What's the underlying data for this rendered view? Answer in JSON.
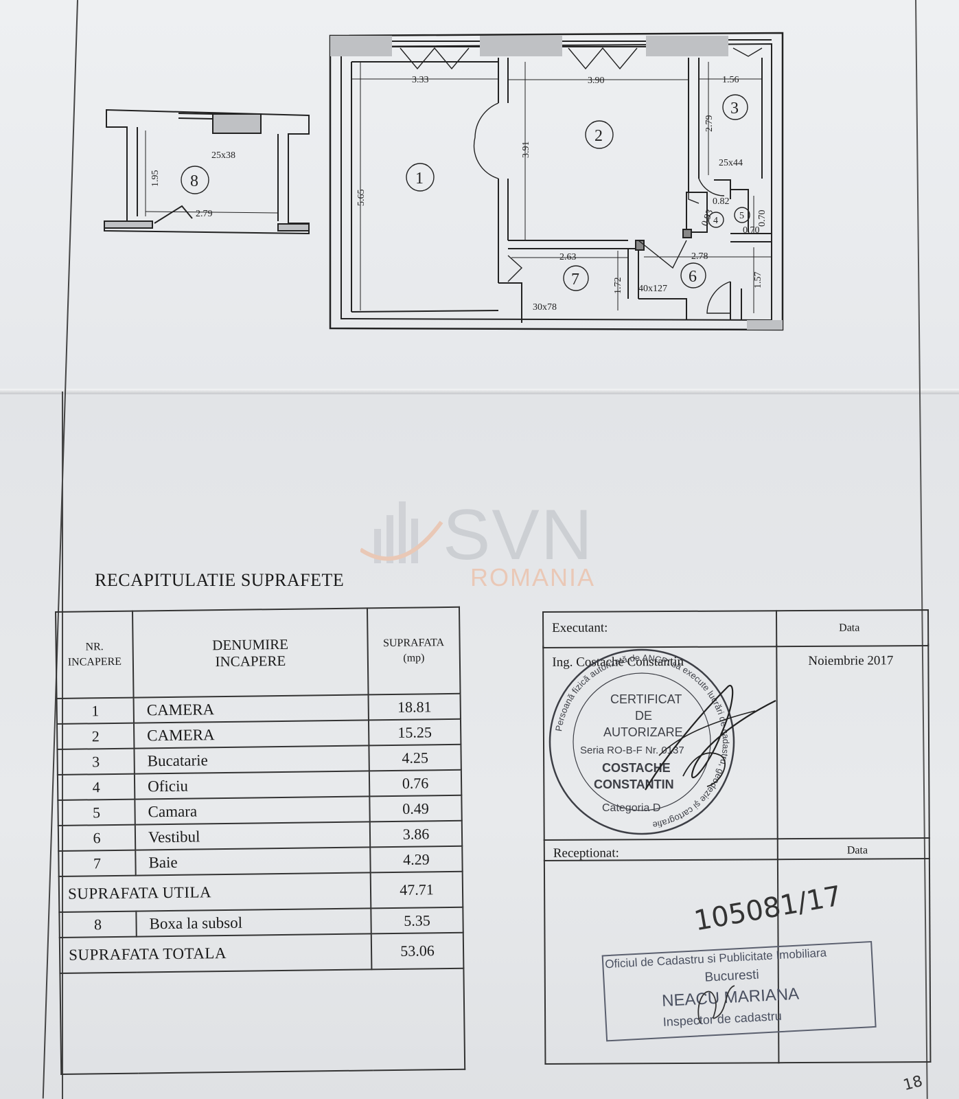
{
  "plan": {
    "rooms": [
      {
        "num": "1"
      },
      {
        "num": "2"
      },
      {
        "num": "3"
      },
      {
        "num": "4"
      },
      {
        "num": "5"
      },
      {
        "num": "6"
      },
      {
        "num": "7"
      },
      {
        "num": "8"
      }
    ],
    "dims": {
      "r1_width": "3.33",
      "r2_width": "3.90",
      "r3_width": "1.56",
      "r1_height": "5.65",
      "r2_height": "3.91",
      "r3_height": "2.79",
      "kitchen_opening": "25x44",
      "r4_a": "0.82",
      "r4_b": "0.93",
      "r5_a": "0.70",
      "r5_b": "0.70",
      "r7_width": "2.63",
      "r6_width": "2.78",
      "r7_height": "1.72",
      "r6_height": "1.57",
      "r6_opening": "40x127",
      "r7_opening": "30x78",
      "r8_height": "1.95",
      "r8_width": "2.79",
      "r8_opening": "25x38"
    }
  },
  "watermark": {
    "brand": "SVN",
    "country": "ROMANIA"
  },
  "recap": {
    "title": "RECAPITULATIE SUPRAFETE",
    "headers": {
      "nr": [
        "NR.",
        "INCAPERE"
      ],
      "den": [
        "DENUMIRE",
        "INCAPERE"
      ],
      "sup": [
        "SUPRAFATA",
        "(mp)"
      ]
    },
    "rows": [
      {
        "nr": "1",
        "name": "CAMERA",
        "area": "18.81"
      },
      {
        "nr": "2",
        "name": "CAMERA",
        "area": "15.25"
      },
      {
        "nr": "3",
        "name": "Bucatarie",
        "area": "4.25"
      },
      {
        "nr": "4",
        "name": "Oficiu",
        "area": "0.76"
      },
      {
        "nr": "5",
        "name": "Camara",
        "area": "0.49"
      },
      {
        "nr": "6",
        "name": "Vestibul",
        "area": "3.86"
      },
      {
        "nr": "7",
        "name": "Baie",
        "area": "4.29"
      }
    ],
    "util_label": "SUPRAFATA UTILA",
    "util_value": "47.71",
    "extra": {
      "nr": "8",
      "name": "Boxa la subsol",
      "area": "5.35"
    },
    "total_label": "SUPRAFATA TOTALA",
    "total_value": "53.06"
  },
  "executant": {
    "label": "Executant:",
    "date_label": "Data",
    "name": "Ing. Costache Constantin",
    "date": "Noiembrie 2017",
    "received_label": "Receptionat:",
    "received_date_label": "Data"
  },
  "stamp": {
    "ring": "Persoană fizică autorizată de ANCPI să execute lucrări de cadastru, geodezie şi cartografie",
    "l1": "CERTIFICAT",
    "l2": "DE",
    "l3": "AUTORIZARE",
    "l4": "Seria RO-B-F Nr. 0137",
    "l5": "COSTACHE",
    "l6": "CONSTANTIN",
    "l7": "Categoria D"
  },
  "cadastre": {
    "number": "105081/17",
    "l1": "Oficiul de Cadastru si Publicitate Imobiliara",
    "l2": "Bucuresti",
    "l3": "NEACU MARIANA",
    "l4": "Inspector de cadastru"
  },
  "page_mark": "18"
}
